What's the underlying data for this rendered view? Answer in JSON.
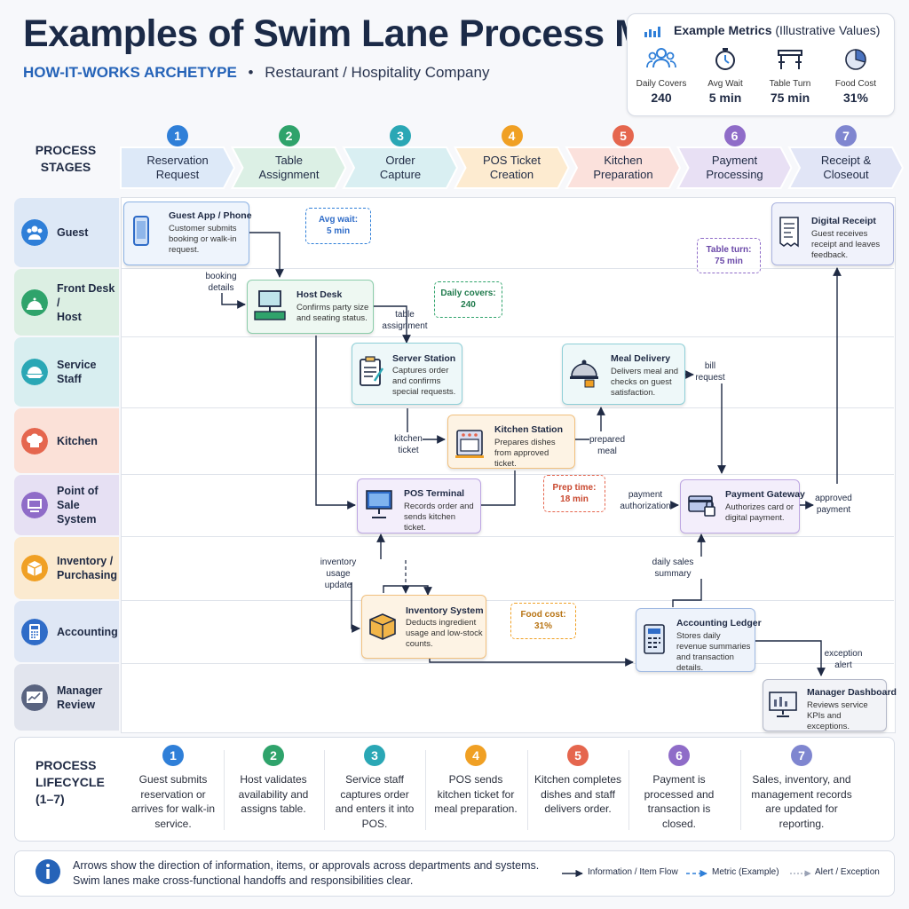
{
  "header": {
    "title": "Examples of Swim Lane Process Maps",
    "archetype": "HOW-IT-WORKS ARCHETYPE",
    "separator": "•",
    "company": "Restaurant / Hospitality Company"
  },
  "metrics": {
    "title": "Example Metrics",
    "note": "(Illustrative Values)",
    "items": [
      {
        "label": "Daily Covers",
        "value": "240",
        "icon": "people-icon"
      },
      {
        "label": "Avg Wait",
        "value": "5 min",
        "icon": "stopwatch-icon"
      },
      {
        "label": "Table Turn",
        "value": "75 min",
        "icon": "table-icon"
      },
      {
        "label": "Food Cost",
        "value": "31%",
        "icon": "pie-icon"
      }
    ]
  },
  "stages": {
    "label_line1": "PROCESS",
    "label_line2": "STAGES",
    "items": [
      {
        "num": "1",
        "line1": "Reservation",
        "line2": "Request",
        "color": "#2f7fd8",
        "bg": "#dde9f8"
      },
      {
        "num": "2",
        "line1": "Table",
        "line2": "Assignment",
        "color": "#2fa36b",
        "bg": "#dcf0e5"
      },
      {
        "num": "3",
        "line1": "Order",
        "line2": "Capture",
        "color": "#2aa7b5",
        "bg": "#d9eff2"
      },
      {
        "num": "4",
        "line1": "POS Ticket",
        "line2": "Creation",
        "color": "#f0a024",
        "bg": "#fdebd0"
      },
      {
        "num": "5",
        "line1": "Kitchen",
        "line2": "Preparation",
        "color": "#e5664e",
        "bg": "#fbe1dc"
      },
      {
        "num": "6",
        "line1": "Payment",
        "line2": "Processing",
        "color": "#8f6cc8",
        "bg": "#e8e0f4"
      },
      {
        "num": "7",
        "line1": "Receipt &",
        "line2": "Closeout",
        "color": "#7f86d0",
        "bg": "#e1e5f6"
      }
    ]
  },
  "lanes": [
    {
      "line1": "Guest",
      "line2": "",
      "bg": "#dde8f6",
      "icon": "guest-icon",
      "iconColor": "#2f7fd8"
    },
    {
      "line1": "Front Desk /",
      "line2": "Host",
      "bg": "#dcefe3",
      "icon": "bell-icon",
      "iconColor": "#2fa36b"
    },
    {
      "line1": "Service Staff",
      "line2": "",
      "bg": "#d8eef0",
      "icon": "tray-icon",
      "iconColor": "#2aa7b5"
    },
    {
      "line1": "Kitchen",
      "line2": "",
      "bg": "#fbe1d8",
      "icon": "chef-hat-icon",
      "iconColor": "#e5664e"
    },
    {
      "line1": "Point of Sale",
      "line2": "System",
      "bg": "#e6e0f3",
      "icon": "pos-icon",
      "iconColor": "#8f6cc8"
    },
    {
      "line1": "Inventory /",
      "line2": "Purchasing",
      "bg": "#fbead0",
      "icon": "box-icon",
      "iconColor": "#f0a024"
    },
    {
      "line1": "Accounting",
      "line2": "",
      "bg": "#dfe7f5",
      "icon": "calculator-icon",
      "iconColor": "#2f6cc8"
    },
    {
      "line1": "Manager",
      "line2": "Review",
      "bg": "#e2e5ee",
      "icon": "chart-icon",
      "iconColor": "#5a6480"
    }
  ],
  "nodes": {
    "guest_app": {
      "title": "Guest App / Phone",
      "desc": "Customer submits booking or walk-in request."
    },
    "host_desk": {
      "title": "Host Desk",
      "desc": "Confirms party size and seating status."
    },
    "server_station": {
      "title": "Server Station",
      "desc": "Captures order and confirms special requests."
    },
    "kitchen_station": {
      "title": "Kitchen Station",
      "desc": "Prepares dishes from approved ticket."
    },
    "meal_delivery": {
      "title": "Meal Delivery",
      "desc": "Delivers meal and checks on guest satisfaction."
    },
    "pos_terminal": {
      "title": "POS Terminal",
      "desc": "Records order and sends kitchen ticket."
    },
    "payment_gateway": {
      "title": "Payment Gateway",
      "desc": "Authorizes card or digital payment."
    },
    "inventory_system": {
      "title": "Inventory System",
      "desc": "Deducts ingredient usage and low-stock counts."
    },
    "accounting_ledger": {
      "title": "Accounting Ledger",
      "desc": "Stores daily revenue summaries and transaction details."
    },
    "digital_receipt": {
      "title": "Digital Receipt",
      "desc": "Guest receives receipt and leaves feedback."
    },
    "manager_dashboard": {
      "title": "Manager Dashboard",
      "desc": "Reviews service KPIs and exceptions."
    }
  },
  "metric_boxes": {
    "avg_wait": {
      "line1": "Avg wait:",
      "line2": "5 min"
    },
    "daily_covers": {
      "line1": "Daily covers:",
      "line2": "240"
    },
    "table_turn": {
      "line1": "Table turn:",
      "line2": "75 min"
    },
    "prep_time": {
      "line1": "Prep time:",
      "line2": "18 min"
    },
    "food_cost": {
      "line1": "Food cost:",
      "line2": "31%"
    }
  },
  "edge_labels": {
    "booking_details": {
      "line1": "booking",
      "line2": "details"
    },
    "table_assignment": {
      "line1": "table",
      "line2": "assignment"
    },
    "kitchen_ticket": {
      "line1": "kitchen",
      "line2": "ticket"
    },
    "prepared_meal": {
      "line1": "prepared",
      "line2": "meal"
    },
    "bill_request": {
      "line1": "bill",
      "line2": "request"
    },
    "payment_authorization": {
      "line1": "payment",
      "line2": "authorization"
    },
    "approved_payment": {
      "line1": "approved",
      "line2": "payment"
    },
    "inventory_usage_update": {
      "line1": "inventory usage",
      "line2": "update"
    },
    "daily_sales_summary": {
      "line1": "daily sales",
      "line2": "summary"
    },
    "exception_alert": {
      "line1": "exception",
      "line2": "alert"
    }
  },
  "lifecycle": {
    "title_line1": "PROCESS",
    "title_line2": "LIFECYCLE",
    "title_line3": "(1–7)",
    "items": [
      {
        "num": "1",
        "text": "Guest submits reservation or arrives for walk-in service."
      },
      {
        "num": "2",
        "text": "Host validates availability and assigns table."
      },
      {
        "num": "3",
        "text": "Service staff captures order and enters it into POS."
      },
      {
        "num": "4",
        "text": "POS sends kitchen ticket for meal preparation."
      },
      {
        "num": "5",
        "text": "Kitchen completes dishes and staff delivers order."
      },
      {
        "num": "6",
        "text": "Payment is processed and transaction is closed."
      },
      {
        "num": "7",
        "text": "Sales, inventory, and management records are updated for reporting."
      }
    ]
  },
  "footer": {
    "info_icon": "info-icon",
    "line1": "Arrows show the direction of information, items, or approvals across departments and systems.",
    "line2": "Swim lanes make cross-functional handoffs and responsibilities clear.",
    "legend": [
      {
        "label": "Information / Item Flow"
      },
      {
        "label": "Metric (Example)"
      },
      {
        "label": "Alert / Exception"
      }
    ]
  }
}
